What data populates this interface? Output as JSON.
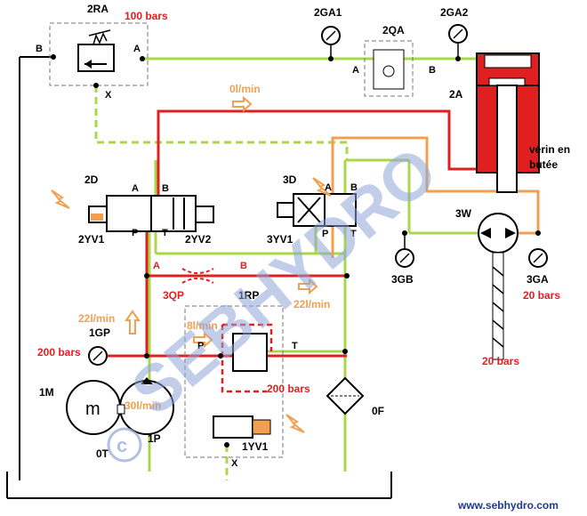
{
  "labels": {
    "2RA": "2RA",
    "p100": "100 bars",
    "A": "A",
    "B": "B",
    "P": "P",
    "T": "T",
    "X": "X",
    "2GA1": "2GA1",
    "2QA": "2QA",
    "2GA2": "2GA2",
    "2A": "2A",
    "flow0": "0l/min",
    "verin1": "vérin en",
    "verin2": "butée",
    "2D": "2D",
    "2YV1": "2YV1",
    "2YV2": "2YV2",
    "3D": "3D",
    "3YV1": "3YV1",
    "3W": "3W",
    "3QP": "3QP",
    "1RP": "1RP",
    "3GB": "3GB",
    "3GA": "3GA",
    "p20": "20 bars",
    "flow22": "22l/min",
    "1GP": "1GP",
    "flow8": "8l/min",
    "p200": "200 bars",
    "1M": "1M",
    "m": "m",
    "flow30": "30l/min",
    "0F": "0F",
    "1P": "1P",
    "1YV1": "1YV1",
    "0T": "0T",
    "url": "www.sebhydro.com"
  },
  "watermark": {
    "c": "c",
    "text": "SEBHYDRO"
  },
  "colors": {
    "pressure": "#e02020",
    "return": "#a8d84a",
    "flow": "#f0a050",
    "watermark": "#8fa6d8"
  }
}
